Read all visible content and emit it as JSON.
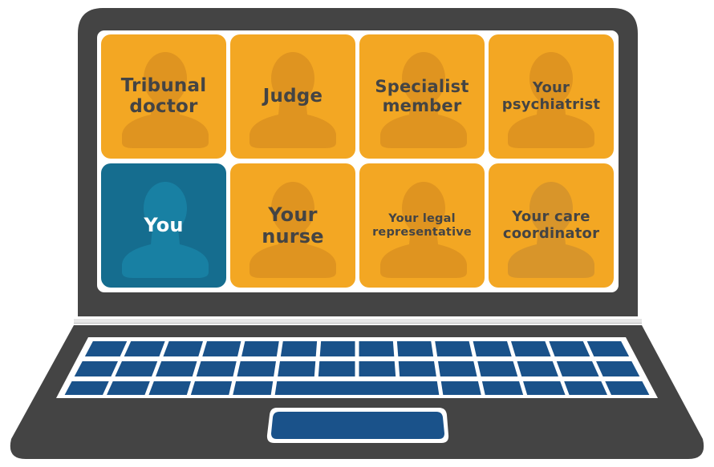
{
  "colors": {
    "laptop_body": "#444444",
    "screen_bg": "#ffffff",
    "tile_participant": "#f3a723",
    "tile_participant_silhouette": "#df9420",
    "tile_self": "#156d8f",
    "tile_self_silhouette": "#1880a3",
    "label_dark": "#444444",
    "label_light": "#ffffff",
    "key_fill": "#1a528a",
    "key_border": "#ffffff"
  },
  "screen": {
    "tiles": [
      {
        "label_line1": "Tribunal",
        "label_line2": "doctor",
        "type": "participant"
      },
      {
        "label_line1": "Judge",
        "label_line2": "",
        "type": "participant"
      },
      {
        "label_line1": "Specialist",
        "label_line2": "member",
        "type": "participant"
      },
      {
        "label_line1": "Your",
        "label_line2": "psychiatrist",
        "type": "participant"
      },
      {
        "label_line1": "You",
        "label_line2": "",
        "type": "self"
      },
      {
        "label_line1": "Your",
        "label_line2": "nurse",
        "type": "participant"
      },
      {
        "label_line1": "Your legal",
        "label_line2": "representative",
        "type": "participant"
      },
      {
        "label_line1": "Your care",
        "label_line2": "coordinator",
        "type": "participant"
      }
    ]
  },
  "keyboard": {
    "rows": 3,
    "keys_per_row": [
      14,
      14,
      12
    ],
    "has_spacebar": true
  },
  "icons": {
    "participant_avatar": "person-silhouette-icon",
    "laptop": "laptop-icon",
    "trackpad": "trackpad"
  }
}
